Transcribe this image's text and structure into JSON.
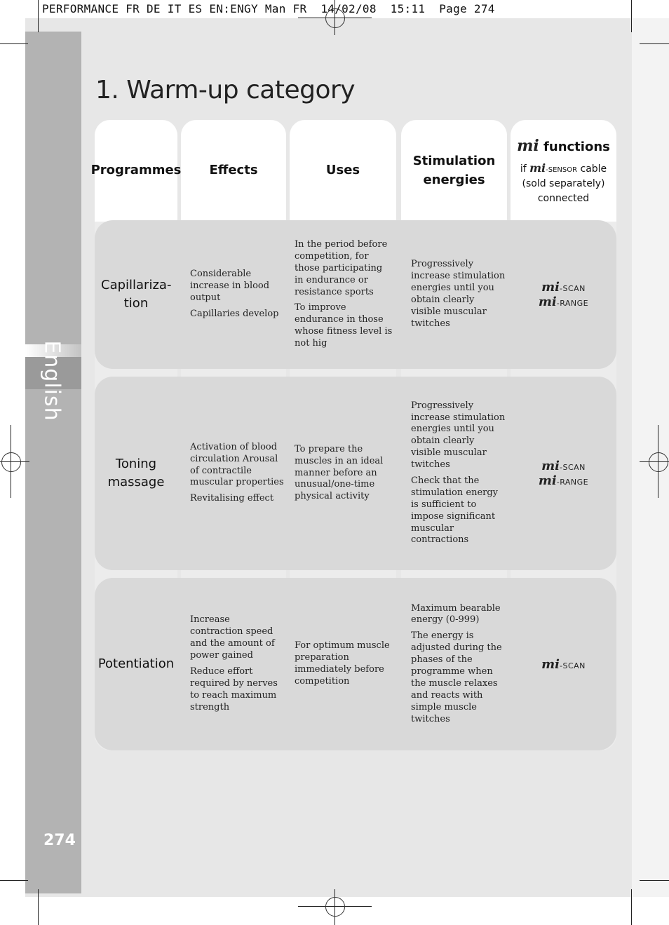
{
  "header": {
    "slug": "PERFORMANCE FR DE IT ES EN:ENGY Man FR",
    "date": "14/02/08",
    "time": "15:11",
    "page_label": "Page 274"
  },
  "sidebar": {
    "language": "English",
    "page_number": "274"
  },
  "title": "1. Warm-up category",
  "columns": {
    "programmes": "Programmes",
    "effects": "Effects",
    "uses": "Uses",
    "energies": "Stimulation energies",
    "mi_title_logo": "mi",
    "mi_title": "functions",
    "mi_if": "if",
    "mi_sensor": "-sensor",
    "mi_cable": "cable",
    "mi_sold": "(sold separately)",
    "mi_connected": "connected"
  },
  "rows": [
    {
      "programme": "Capillariza-tion",
      "effects": [
        "Considerable increase in blood output",
        "Capillaries develop"
      ],
      "uses": [
        "In the period before competition, for those participating in endurance or resistance sports",
        "To improve endurance in those whose fitness level is not hig"
      ],
      "energies": [
        "Progressively increase stimulation energies until you obtain clearly visible muscular twitches"
      ],
      "mi_functions": [
        {
          "logo": "mi",
          "name": "-scan"
        },
        {
          "logo": "mi",
          "name": "-range"
        }
      ]
    },
    {
      "programme": "Toning massage",
      "effects": [
        "Activation of blood circulation Arousal of contractile muscular properties",
        "Revitalising effect"
      ],
      "uses": [
        "To prepare the muscles in an ideal manner before an unusual/one-time physical activity"
      ],
      "energies": [
        "Progressively increase stimulation energies until you obtain clearly visible muscular twitches",
        "Check that the stimulation energy is sufficient to impose significant muscular contractions"
      ],
      "mi_functions": [
        {
          "logo": "mi",
          "name": "-scan"
        },
        {
          "logo": "mi",
          "name": "-range"
        }
      ]
    },
    {
      "programme": "Potentiation",
      "effects": [
        "Increase contraction speed and the amount of power gained",
        "Reduce effort required by nerves to reach maximum strength"
      ],
      "uses": [
        "For optimum muscle preparation immediately before competition"
      ],
      "energies": [
        "Maximum bearable energy (0-999)",
        "The energy is adjusted during the phases of the programme when the muscle relaxes and reacts with simple muscle twitches"
      ],
      "mi_functions": [
        {
          "logo": "mi",
          "name": "-scan"
        }
      ]
    }
  ]
}
